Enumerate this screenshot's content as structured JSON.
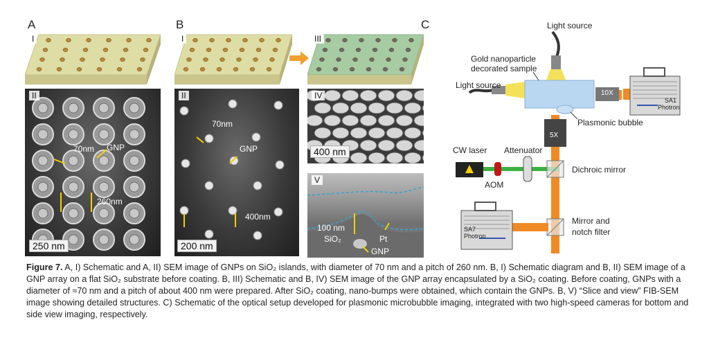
{
  "panels": {
    "A": {
      "label": "A",
      "i": "I",
      "ii": "II",
      "ann_70": "70nm",
      "ann_gnp": "GNP",
      "ann_260": "260nm",
      "scale": "250 nm"
    },
    "B": {
      "label": "B",
      "i": "I",
      "ii": "II",
      "ann_70": "70nm",
      "ann_gnp": "GNP",
      "ann_400": "400nm",
      "scale": "200 nm",
      "iii": "III",
      "iv": "IV",
      "scale_iv": "400 nm",
      "v": "V",
      "ann_100": "100 nm",
      "ann_sio2": "SiO₂",
      "ann_pt": "Pt",
      "ann_gnp_v": "GNP"
    },
    "C": {
      "label": "C"
    }
  },
  "optics": {
    "light_source_top": "Light source",
    "gold_sample_1": "Gold nanoparticle",
    "gold_sample_2": "decorated sample",
    "light_source_left": "Light source",
    "obj_10x": "10X",
    "cam_sa1_1": "SA1",
    "cam_sa1_2": "Photron",
    "plasmonic_bubble": "Plasmonic bubble",
    "obj_5x": "5X",
    "cw_laser": "CW laser",
    "attenuator": "Attenuator",
    "dichroic": "Dichroic mirror",
    "aom": "AOM",
    "cam_sa7_1": "SA7",
    "cam_sa7_2": "Photron",
    "mirror_1": "Mirror and",
    "mirror_2": "notch filter"
  },
  "caption": {
    "label": "Figure 7.",
    "text": "A, I) Schematic and A, II) SEM image of GNPs on SiO₂ islands, with diameter of 70 nm and a pitch of 260 nm. B, I) Schematic diagram and B, II) SEM image of a GNP array on a flat SiO₂ substrate before coating. B, III) Schematic and B, IV) SEM image of the GNP array encapsulated by a SiO₂ coating. Before coating, GNPs with a diameter of ≈70 nm and a pitch of about 400 nm were prepared. After SiO₂ coating, nano-bumps were obtained, which contain the GNPs. B, V) “Slice and view” FIB-SEM image showing detailed structures. C) Schematic of the optical setup developed for plasmonic microbubble imaging, integrated with two high-speed cameras for bottom and side view imaging, respectively."
  },
  "colors": {
    "substrate_yellow": "#d9d9a0",
    "substrate_green": "#9dc59a",
    "gold": "#b98a3a",
    "laser_green": "#3cb043",
    "laser_orange": "#f08a24",
    "arrow_yellow": "#f5d000"
  }
}
